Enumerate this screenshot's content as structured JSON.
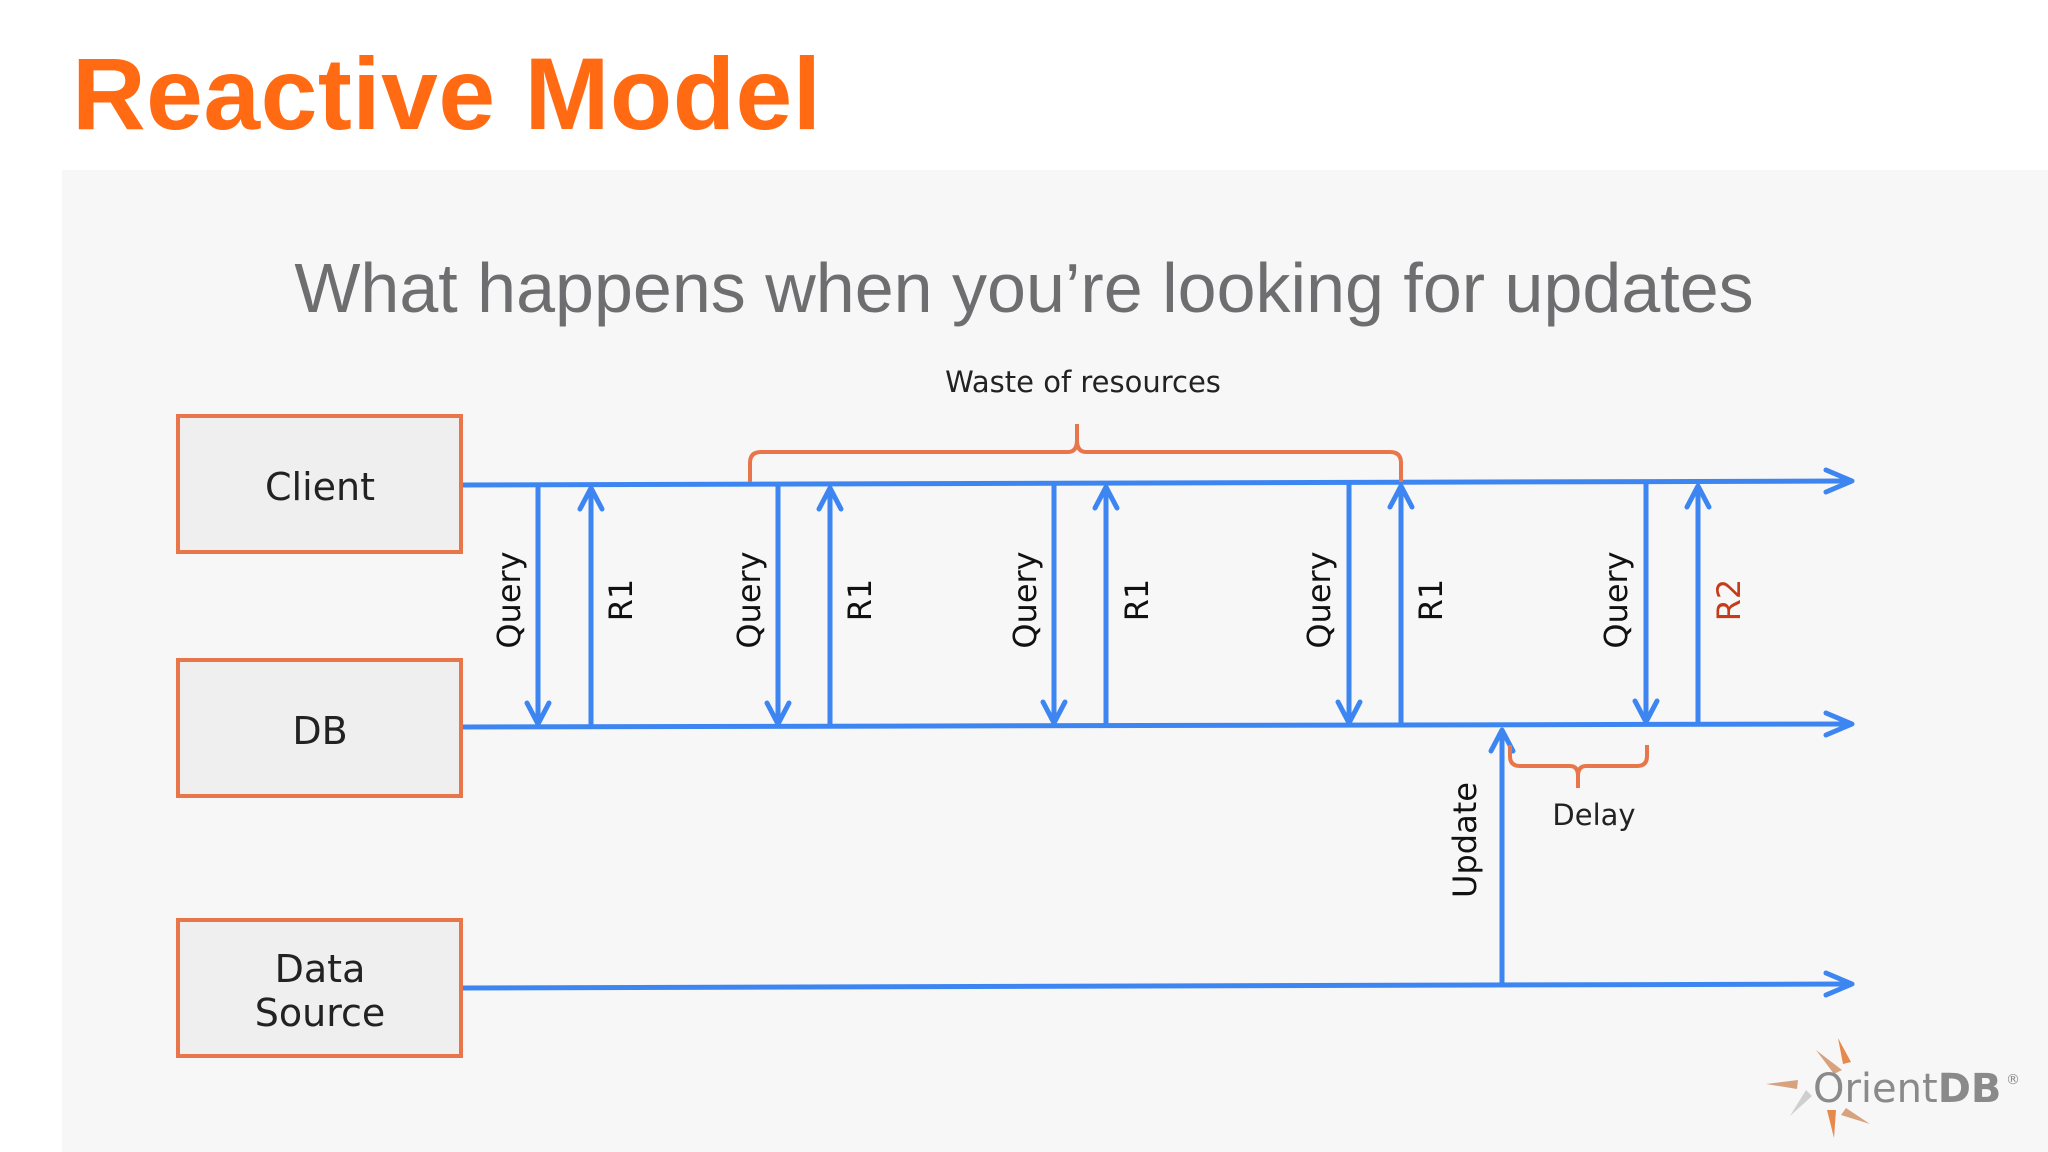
{
  "slide": {
    "title": "Reactive Model",
    "subtitle": "What happens when you’re looking for updates"
  },
  "diagram": {
    "actors": {
      "client": "Client",
      "db": "DB",
      "source_line1": "Data",
      "source_line2": "Source"
    },
    "waste_label": "Waste of resources",
    "delay_label": "Delay",
    "update_label": "Update",
    "query_label": "Query",
    "r1_label": "R1",
    "r2_label": "R2",
    "r2_color": "#c43c1a",
    "line_color": "#3d86f2",
    "box_border_color": "#e9764a"
  },
  "logo": {
    "text_main": "Orient",
    "text_bold": "DB",
    "mark": "®"
  },
  "colors": {
    "title": "#ff6a13",
    "subtitle": "#6e6e70"
  }
}
